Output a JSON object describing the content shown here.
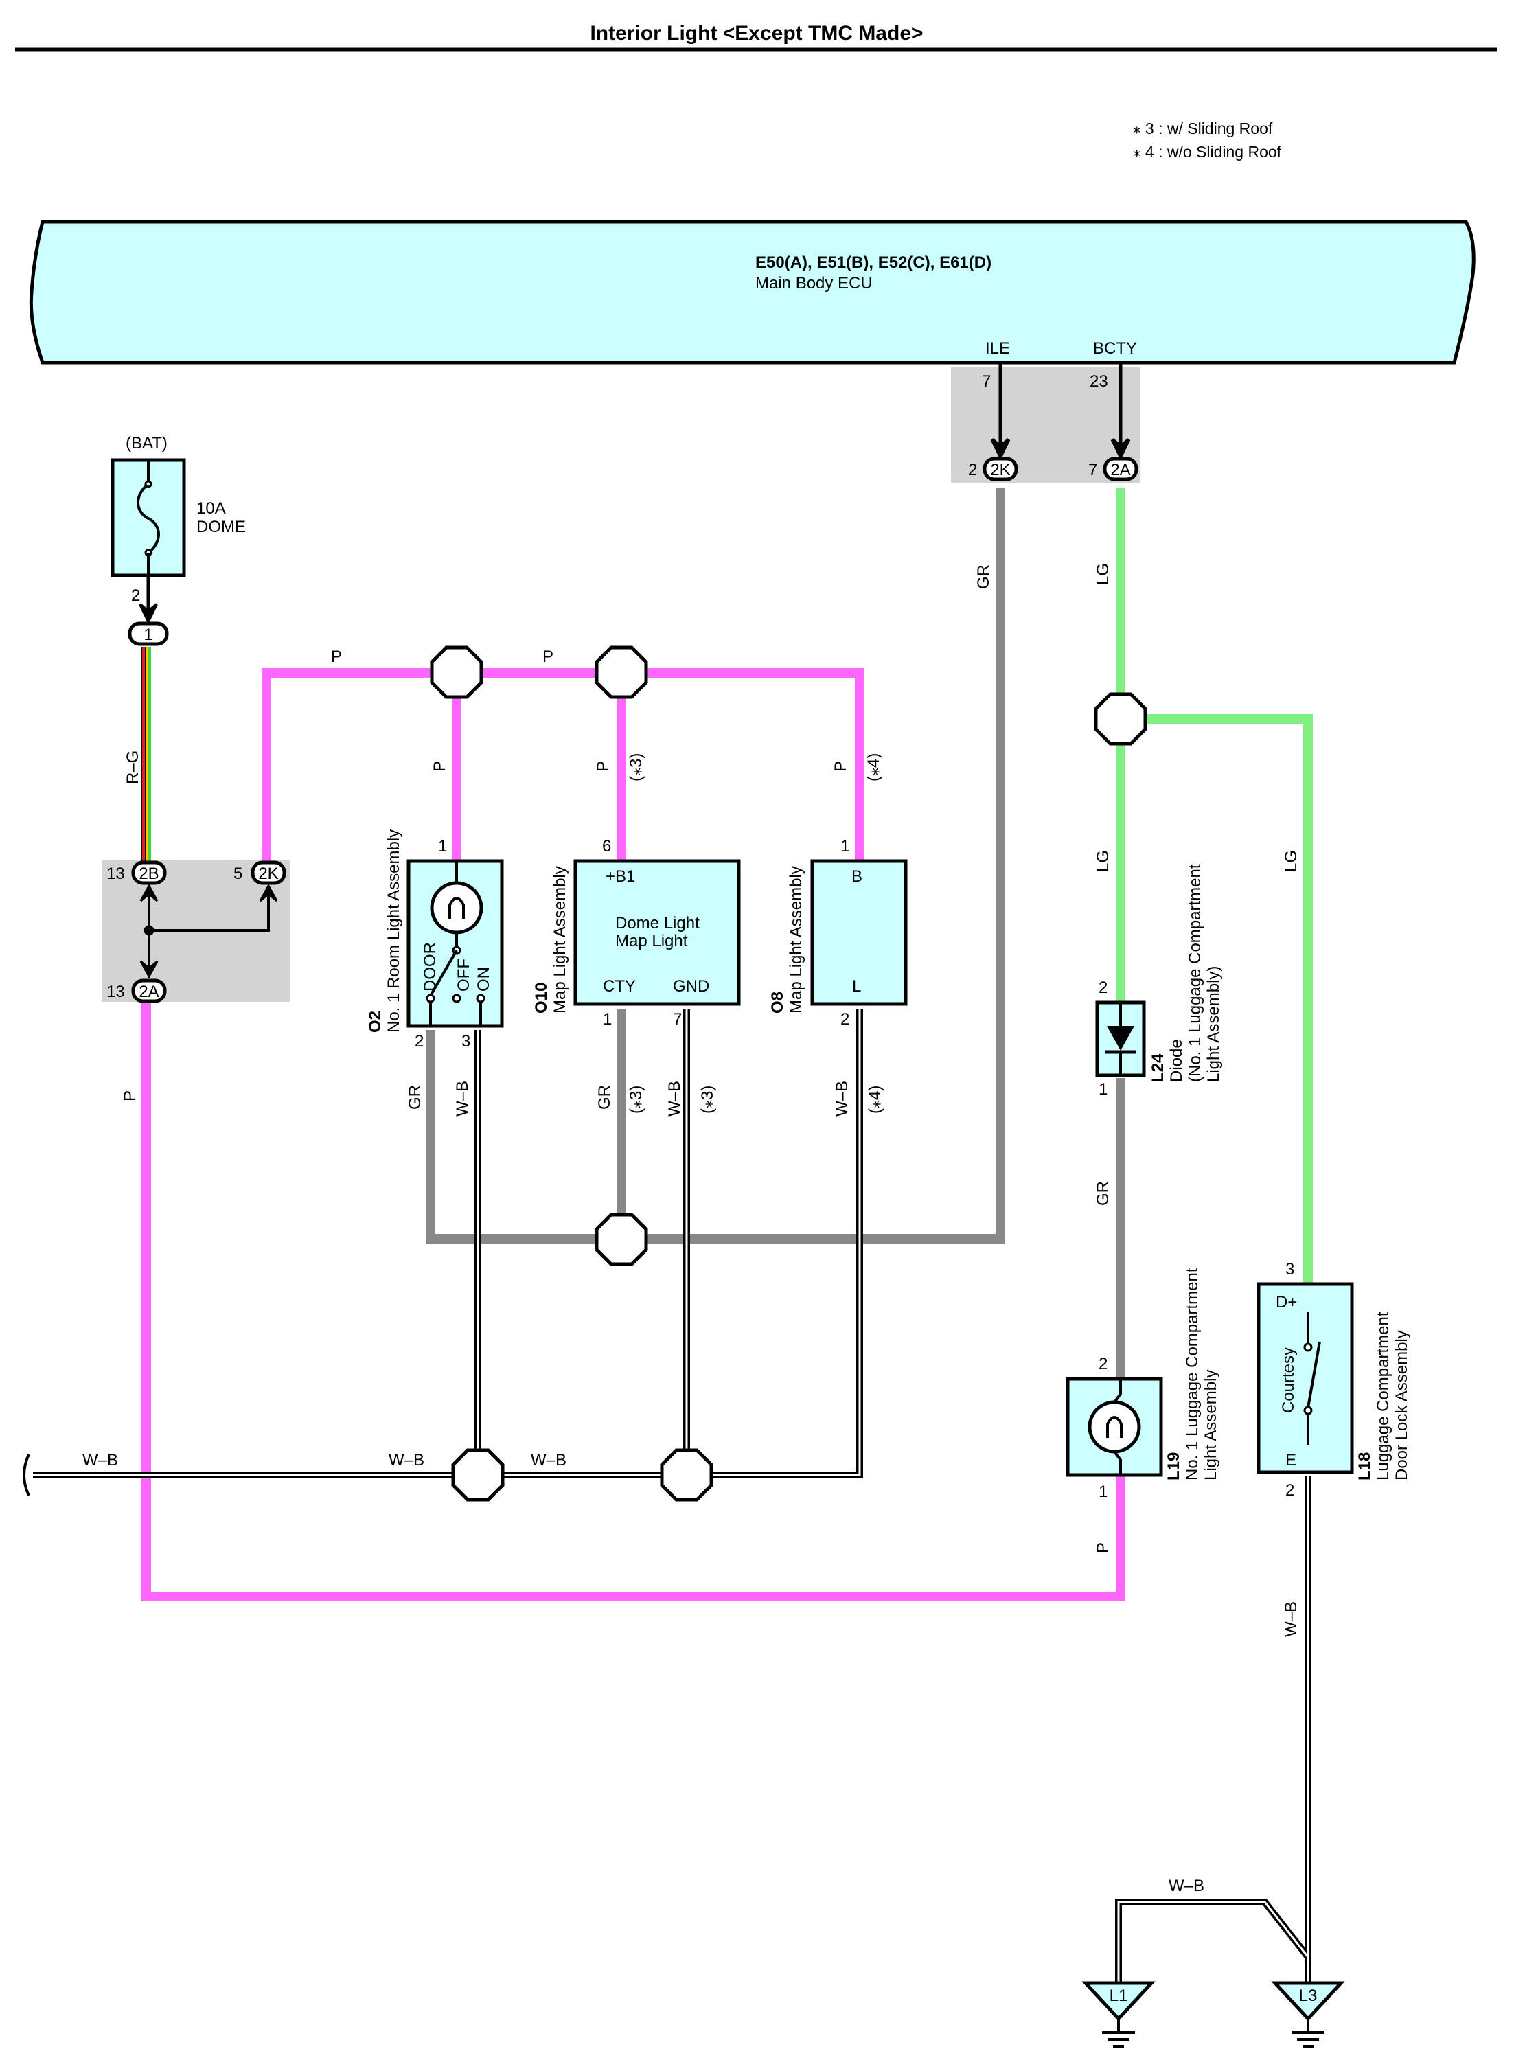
{
  "title": "Interior Light <Except TMC Made>",
  "notes": [
    "⁎ 3 : w/ Sliding Roof",
    "⁎ 4 : w/o Sliding Roof"
  ],
  "colors": {
    "P": "#ff66ff",
    "LG": "#80f080",
    "GR": "#888888",
    "W-B": "#000000",
    "component_fill": "#ccffff",
    "junction_box": "#d3d3d3"
  },
  "ecu": {
    "codes": "E50(A), E51(B), E52(C), E61(D)",
    "name": "Main Body ECU",
    "pin_ile": "ILE",
    "pin_bcty": "BCTY",
    "ile_num": "7",
    "bcty_num": "23"
  },
  "connectors": {
    "c2k_top": "2K",
    "c2k_top_pin": "2",
    "c2a_top": "2A",
    "c2a_top_pin": "7",
    "c1": "1",
    "c1_pin": "2",
    "c2b": "2B",
    "c2b_pin": "13",
    "c2k_left": "2K",
    "c2k_left_pin": "5",
    "c2a_left": "2A",
    "c2a_left_pin": "13"
  },
  "fuse": {
    "source": "(BAT)",
    "rating": "10A",
    "name": "DOME"
  },
  "wires": {
    "rg": "R–G",
    "p": "P",
    "gr": "GR",
    "lg": "LG",
    "wb": "W–B",
    "star3": "(⁎3)",
    "star4": "(⁎4)"
  },
  "o2": {
    "code": "O2",
    "name": "No. 1 Room Light Assembly",
    "pos_door": "DOOR",
    "pos_off": "OFF",
    "pos_on": "ON",
    "pin1": "1",
    "pin2": "2",
    "pin3": "3"
  },
  "o10": {
    "code": "O10",
    "name": "Map Light Assembly",
    "b1": "+B1",
    "line1": "Dome Light",
    "line2": "Map Light",
    "cty": "CTY",
    "gnd": "GND",
    "pin6": "6",
    "pin1": "1",
    "pin7": "7"
  },
  "o8": {
    "code": "O8",
    "name": "Map Light Assembly",
    "b": "B",
    "l": "L",
    "pin1": "1",
    "pin2": "2"
  },
  "l24": {
    "code": "L24",
    "name1": "Diode",
    "name2": "(No. 1 Luggage Compartment",
    "name3": "Light Assembly)",
    "pin2": "2",
    "pin1": "1"
  },
  "l19": {
    "code": "L19",
    "name1": "No. 1 Luggage Compartment",
    "name2": "Light Assembly",
    "pin2": "2",
    "pin1": "1"
  },
  "l18": {
    "code": "L18",
    "name1": "Luggage Compartment",
    "name2": "Door Lock Assembly",
    "dplus": "D+",
    "e": "E",
    "courtesy": "Courtesy",
    "pin3": "3",
    "pin2": "2"
  },
  "grounds": {
    "l1": "L1",
    "l3": "L3"
  }
}
